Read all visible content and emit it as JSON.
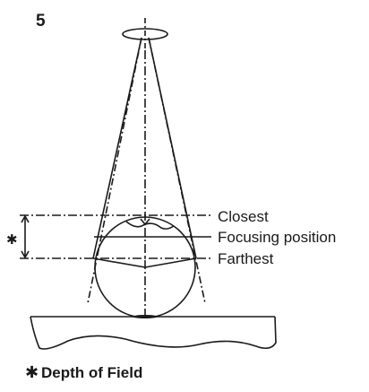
{
  "figure": {
    "number": "5",
    "labels": {
      "closest": "Closest",
      "focusing": "Focusing position",
      "farthest": "Farthest"
    },
    "side_mark": "✱",
    "caption_mark": "✱",
    "caption": "Depth of Field"
  }
}
